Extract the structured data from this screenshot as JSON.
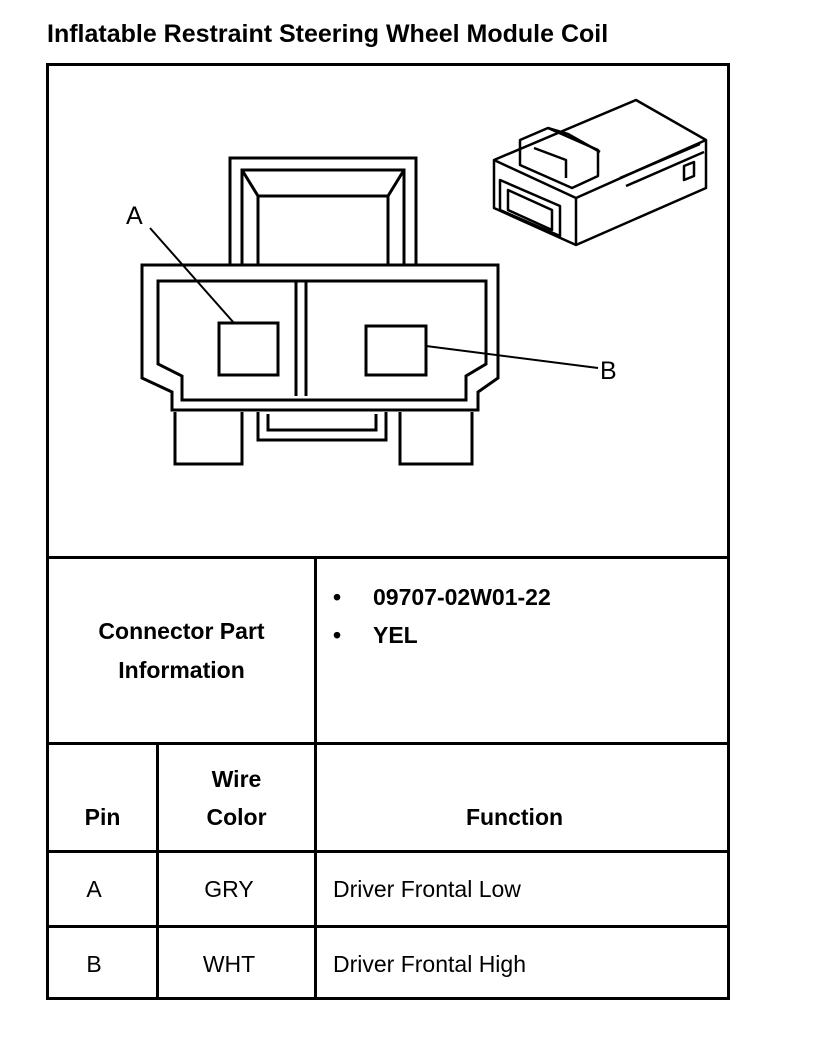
{
  "title": "Inflatable Restraint Steering Wheel Module Coil",
  "diagram": {
    "label_a": "A",
    "label_b": "B"
  },
  "connector_info": {
    "label_line1": "Connector Part",
    "label_line2": "Information",
    "items": [
      "09707-02W01-22",
      "YEL"
    ]
  },
  "table": {
    "headers": {
      "pin": "Pin",
      "wire_color_line1": "Wire",
      "wire_color_line2": "Color",
      "function": "Function"
    },
    "rows": [
      {
        "pin": "A",
        "color": "GRY",
        "function": "Driver Frontal Low"
      },
      {
        "pin": "B",
        "color": "WHT",
        "function": "Driver Frontal High"
      }
    ]
  }
}
